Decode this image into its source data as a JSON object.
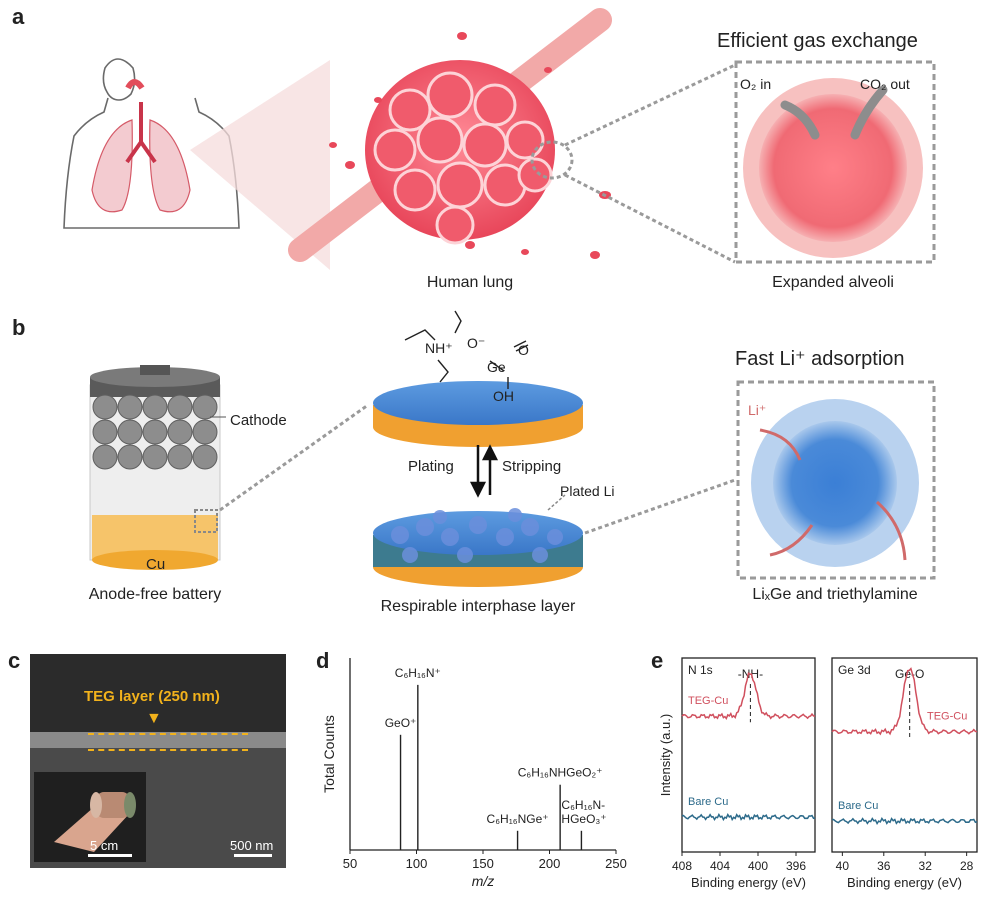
{
  "panel_a": {
    "letter": "a",
    "title": "Efficient gas exchange",
    "o2_in": "O₂ in",
    "co2_out": "CO₂ out",
    "lung_caption": "Human lung",
    "alveoli_caption": "Expanded alveoli"
  },
  "panel_b": {
    "letter": "b",
    "cathode": "Cathode",
    "cu": "Cu",
    "battery_caption": "Anode-free battery",
    "molecule": {
      "n": "NH⁺",
      "o_minus": "O⁻",
      "ge": "Ge",
      "o": "O",
      "oh": "OH"
    },
    "plating": "Plating",
    "stripping": "Stripping",
    "plated_li": "Plated Li",
    "interphase_caption": "Respirable interphase layer",
    "title": "Fast Li⁺ adsorption",
    "li_label": "Li⁺",
    "li_caption": "LiₓGe and triethylamine"
  },
  "panel_c": {
    "letter": "c",
    "teg_label": "TEG layer (250 nm)",
    "scale_inset": "5 cm",
    "scale_main": "500 nm"
  },
  "panel_d": {
    "letter": "d"
  },
  "panel_e": {
    "letter": "e"
  },
  "chart_data": [
    {
      "type": "bar",
      "title": "",
      "xlabel": "m/z",
      "ylabel": "Total Counts",
      "xlim": [
        50,
        250
      ],
      "xticks": [
        50,
        100,
        150,
        200,
        250
      ],
      "peaks": [
        {
          "x": 88,
          "y": 0.6,
          "label": "GeO⁺"
        },
        {
          "x": 101,
          "y": 0.86,
          "label": "C₆H₁₆N⁺"
        },
        {
          "x": 176,
          "y": 0.1,
          "label": "C₆H₁₆NGe⁺"
        },
        {
          "x": 208,
          "y": 0.34,
          "label": "C₆H₁₆NHGeO₂⁺"
        },
        {
          "x": 224,
          "y": 0.1,
          "label": "C₆H₁₆N-HGeO₃⁺"
        }
      ]
    },
    {
      "type": "line",
      "title": "N 1s",
      "xlabel": "Binding energy (eV)",
      "ylabel": "Intensity (a.u.)",
      "xlim": [
        408,
        394
      ],
      "xticks": [
        408,
        404,
        400,
        396
      ],
      "annotation": "-NH-",
      "peak_x": 400.8,
      "series": [
        {
          "name": "TEG-Cu",
          "color": "#d0505e",
          "baseline": 0.7,
          "peak": 0.92
        },
        {
          "name": "Bare Cu",
          "color": "#2c6a8a",
          "baseline": 0.18,
          "peak": 0
        }
      ]
    },
    {
      "type": "line",
      "title": "Ge 3d",
      "xlabel": "Binding energy (eV)",
      "ylabel": "",
      "xlim": [
        41,
        27
      ],
      "xticks": [
        40,
        36,
        32,
        28
      ],
      "annotation": "Ge-O",
      "peak_x": 33.5,
      "series": [
        {
          "name": "TEG-Cu",
          "color": "#d0505e",
          "baseline": 0.62,
          "peak": 0.95
        },
        {
          "name": "Bare Cu",
          "color": "#2c6a8a",
          "baseline": 0.16,
          "peak": 0
        }
      ]
    }
  ]
}
